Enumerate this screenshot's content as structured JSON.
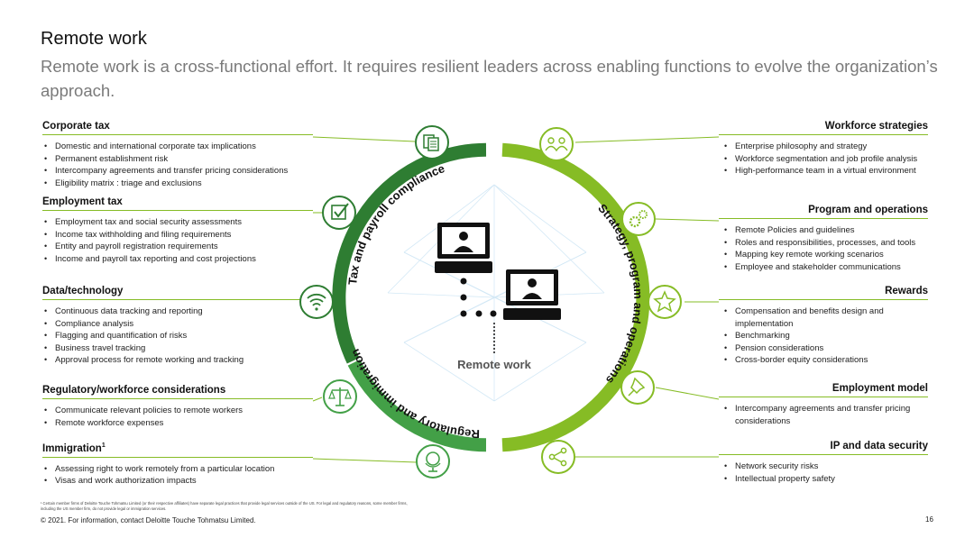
{
  "header": {
    "title": "Remote work",
    "subtitle": "Remote work is a cross-functional effort. It requires resilient leaders across enabling functions to evolve the organization’s approach."
  },
  "left_sections": [
    {
      "title": "Corporate tax",
      "items": [
        "Domestic and international corporate tax implications",
        "Permanent establishment risk",
        "Intercompany agreements and transfer pricing considerations",
        "Eligibility matrix : triage and exclusions"
      ]
    },
    {
      "title": "Employment tax",
      "items": [
        "Employment tax and social security assessments",
        "Income tax withholding and filing requirements",
        "Entity and payroll registration requirements",
        "Income and payroll tax reporting and cost projections"
      ]
    },
    {
      "title": "Data/technology",
      "items": [
        "Continuous data tracking and reporting",
        "Compliance analysis",
        "Flagging and quantification of risks",
        "Business travel tracking",
        "Approval process for remote working and tracking"
      ]
    },
    {
      "title": "Regulatory/workforce considerations",
      "items": [
        "Communicate relevant policies to remote workers",
        "Remote workforce expenses"
      ]
    },
    {
      "title": "Immigration",
      "sup": "1",
      "items": [
        "Assessing right to work remotely from a particular location",
        "Visas and work authorization impacts"
      ]
    }
  ],
  "right_sections": [
    {
      "title": "Workforce strategies",
      "items": [
        "Enterprise philosophy and strategy",
        "Workforce segmentation and job profile analysis",
        "High-performance team in a virtual environment"
      ]
    },
    {
      "title": "Program and operations",
      "items": [
        "Remote Policies and guidelines",
        "Roles and responsibilities, processes, and tools",
        "Mapping key remote working scenarios",
        "Employee and stakeholder communications"
      ]
    },
    {
      "title": "Rewards",
      "items": [
        "Compensation and benefits design and implementation",
        "Benchmarking",
        "Pension considerations",
        "Cross-border equity considerations"
      ]
    },
    {
      "title": "Employment model",
      "items": [
        "Intercompany agreements and transfer pricing considerations"
      ]
    },
    {
      "title": "IP and data security",
      "items": [
        "Network security risks",
        "Intellectual property safety"
      ]
    }
  ],
  "diagram": {
    "center_label": "Remote work",
    "arcs": [
      {
        "label": "Tax and payroll compliance",
        "color": "#2e7d32"
      },
      {
        "label": "Strategy, program and operations",
        "color": "#86bc25"
      },
      {
        "label": "Regulatory and immigration",
        "color": "#43a047"
      }
    ],
    "icons": [
      {
        "name": "documents-icon",
        "color": "#2e7d32"
      },
      {
        "name": "checkbox-icon",
        "color": "#2e7d32"
      },
      {
        "name": "wifi-icon",
        "color": "#2e7d32"
      },
      {
        "name": "scales-icon",
        "color": "#43a047"
      },
      {
        "name": "globe-icon",
        "color": "#43a047"
      },
      {
        "name": "people-icon",
        "color": "#86bc25"
      },
      {
        "name": "gears-icon",
        "color": "#86bc25"
      },
      {
        "name": "star-icon",
        "color": "#86bc25"
      },
      {
        "name": "pushpin-icon",
        "color": "#86bc25"
      },
      {
        "name": "share-icon",
        "color": "#86bc25"
      }
    ],
    "accent": "#86bc25"
  },
  "footer": {
    "footnote": "¹ Certain member firms of Deloitte Touche Tohmatsu Limited (or their respective affiliates) have separate legal practices that provide legal services outside of the US. For legal and regulatory reasons, some member firms, including the US member firm, do not provide legal or immigration services.",
    "copyright": "© 2021. For information, contact Deloitte Touche Tohmatsu Limited.",
    "page_number": "16"
  }
}
